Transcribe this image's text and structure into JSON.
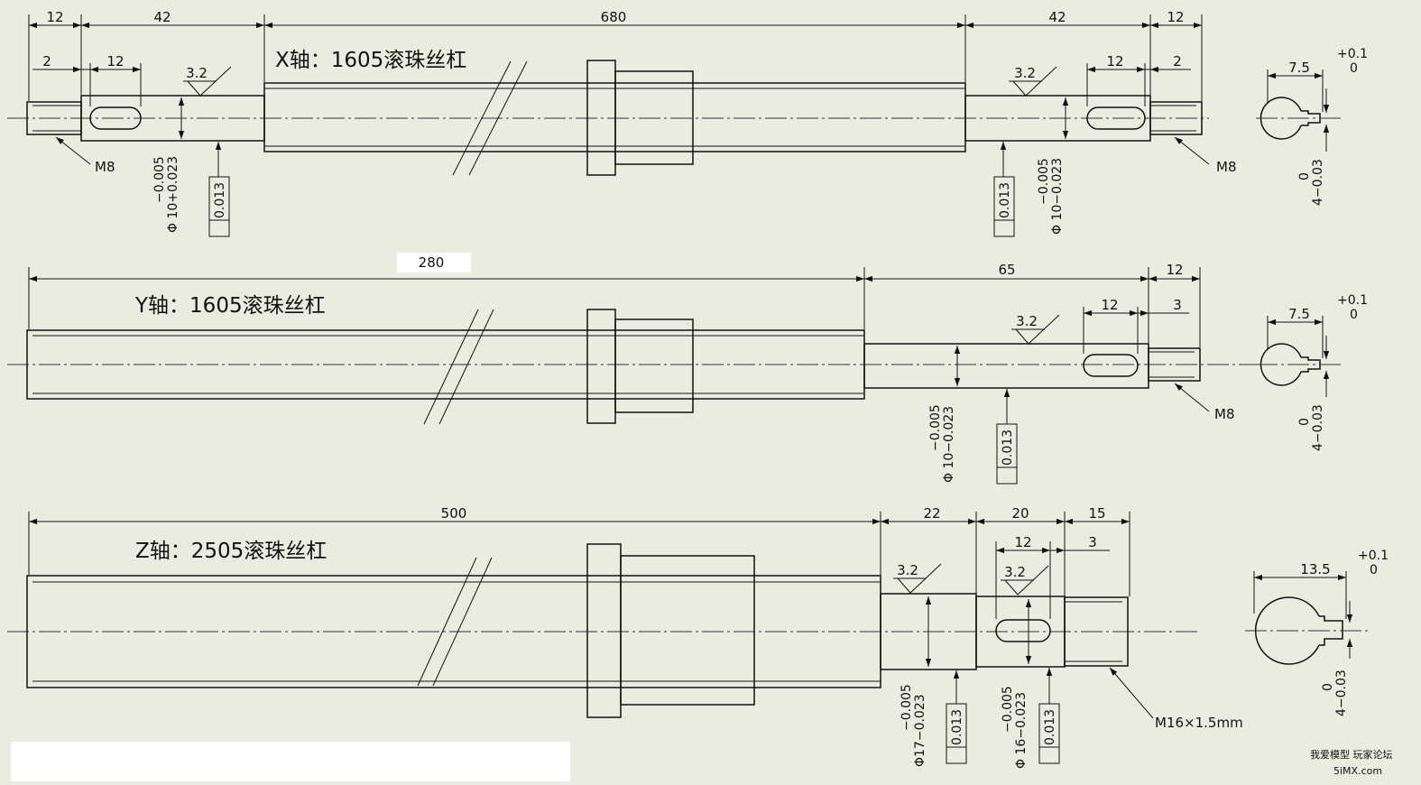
{
  "x_axis": {
    "title": "X轴：1605滚珠丝杠",
    "dims": {
      "left_end": "12",
      "left_journal": "42",
      "screw_length": "680",
      "right_journal": "42",
      "right_end": "12",
      "left_key_offset": "2",
      "left_key": "12",
      "right_key": "12",
      "right_key_offset": "2"
    },
    "roughness_left": "3.2",
    "roughness_right": "3.2",
    "thread_left": "M8",
    "thread_right": "M8",
    "dia_left": "Φ 10+0.023",
    "dia_left_lower": "−0.005",
    "dia_right": "Φ 10−0.023",
    "dia_right_lower": "−0.005",
    "runout_left": "0.013",
    "runout_right": "0.013",
    "section": {
      "width": "7.5",
      "width_tol_upper": "+0.1",
      "width_tol_lower": "0",
      "depth": "4−0.03",
      "depth_tol": "0"
    }
  },
  "y_axis": {
    "title": "Y轴：1605滚珠丝杠",
    "dims": {
      "screw_length": "280",
      "journal": "65",
      "end": "12",
      "key": "12",
      "key_offset": "3"
    },
    "roughness": "3.2",
    "thread": "M8",
    "dia": "Φ 10−0.023",
    "dia_lower": "−0.005",
    "runout": "0.013",
    "section": {
      "width": "7.5",
      "width_tol_upper": "+0.1",
      "width_tol_lower": "0",
      "depth": "4−0.03",
      "depth_tol": "0"
    }
  },
  "z_axis": {
    "title": "Z轴：2505滚珠丝杠",
    "dims": {
      "screw_length": "500",
      "journal_a": "22",
      "journal_b": "20",
      "thread_len": "15",
      "key": "12",
      "key_offset": "3"
    },
    "roughness_a": "3.2",
    "roughness_b": "3.2",
    "thread": "M16×1.5mm",
    "dia_a": "Φ17−0.023",
    "dia_a_lower": "−0.005",
    "dia_b": "Φ 16−0.023",
    "dia_b_lower": "−0.005",
    "runout_a": "0.013",
    "runout_b": "0.013",
    "section": {
      "width": "13.5",
      "width_tol_upper": "+0.1",
      "width_tol_lower": "0",
      "depth": "4−0.03",
      "depth_tol": "0"
    }
  },
  "watermark": {
    "line1": "我爱模型 玩家论坛",
    "line2": "5iMX.com"
  }
}
